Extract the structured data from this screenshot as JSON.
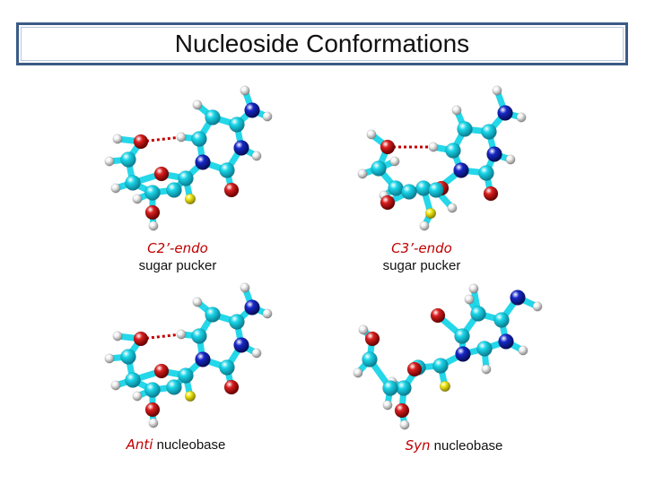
{
  "title": "Nucleoside Conformations",
  "captions": {
    "c2_endo_term": "C2’-endo",
    "c2_endo_text": "sugar pucker",
    "c3_endo_term": "C3’-endo",
    "c3_endo_text": "sugar pucker",
    "anti_term": "Anti",
    "anti_text": " nucleobase",
    "syn_term": "Syn",
    "syn_text": " nucleobase"
  },
  "colors": {
    "frame": "#3b5b86",
    "carbon": "#19d5e8",
    "nitrogen": "#1728c8",
    "oxygen": "#d91f1f",
    "hydrogen": "#f2f2f2",
    "special_hydrogen": "#f0ea16",
    "hbond": "#c40000",
    "emphasis": "#c00000"
  }
}
